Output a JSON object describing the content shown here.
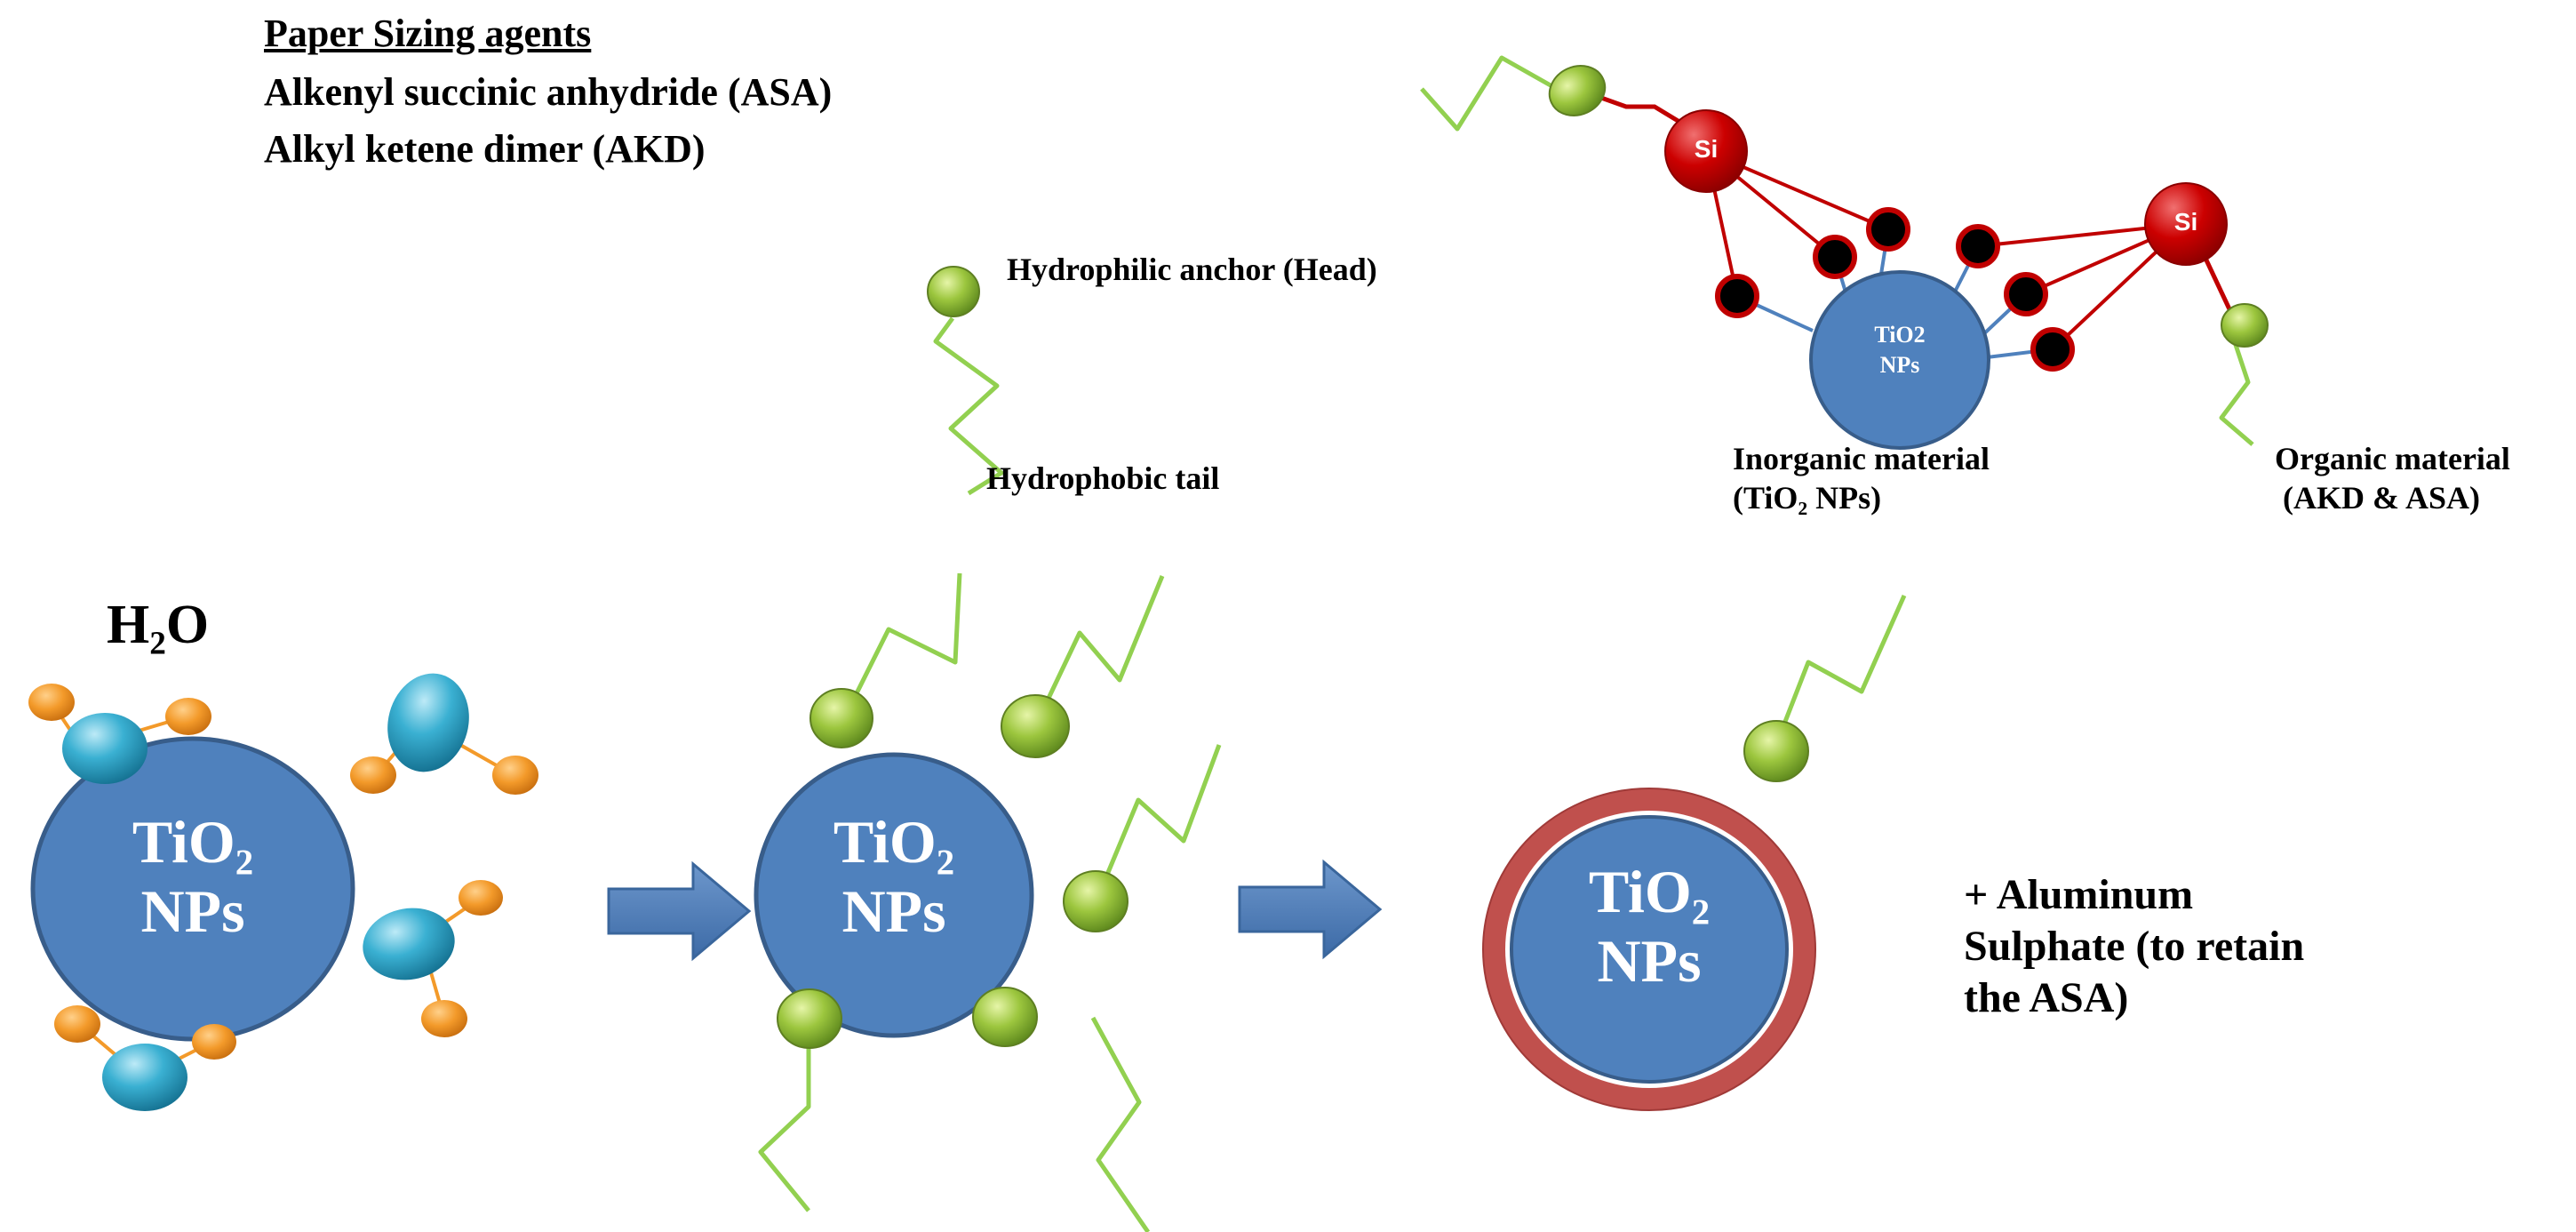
{
  "header": {
    "title": "Paper Sizing agents",
    "line1": "Alkenyl succinic anhydride (ASA)",
    "line2": "Alkyl ketene dimer (AKD)"
  },
  "surfactant": {
    "head_label": "Hydrophilic anchor  (Head)",
    "tail_label": "Hydrophobic tail"
  },
  "coupling": {
    "core_line1": "TiO2",
    "core_line2": "NPs",
    "si_label": "Si",
    "inorganic_line1": "Inorganic material",
    "inorganic_line2": "(TiO₂ NPs)",
    "organic_line1": "Organic material",
    "organic_line2": " (AKD & ASA)"
  },
  "stages": {
    "water_label": "H₂O",
    "particle_line1": "TiO₂",
    "particle_line2": "NPs"
  },
  "note": {
    "line1": "+ Aluminum",
    "line2": "Sulphate (to retain",
    "line3": "the ASA)"
  },
  "colors": {
    "particle": "#4f81bd",
    "particle_edge": "#385d8a",
    "tail": "#92d050",
    "head": "#8ab832",
    "silicon": "#c00000",
    "shell": "#c0504d",
    "water_o": "#31a5c8",
    "water_h": "#f39a2a",
    "arrow": "#4f81bd"
  }
}
